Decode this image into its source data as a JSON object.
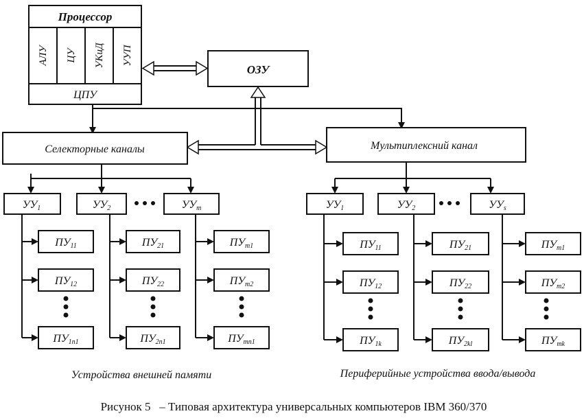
{
  "processor": {
    "title": "Процессор",
    "units": [
      "АЛУ",
      "ЦУ",
      "УКиД",
      "УУП"
    ],
    "cpu": "ЦПУ"
  },
  "ram": "ОЗУ",
  "selector_channels": "Селекторные каналы",
  "multiplex_channel": "Мультиплексний канал",
  "left_group": {
    "controllers": [
      {
        "main": "УУ",
        "sub": "1"
      },
      {
        "main": "УУ",
        "sub": "2"
      },
      {
        "main": "УУ",
        "sub": "m"
      }
    ],
    "devices": [
      [
        {
          "main": "ПУ",
          "sub": "11"
        },
        {
          "main": "ПУ",
          "sub": "12"
        },
        {
          "main": "ПУ",
          "sub": "1n1"
        }
      ],
      [
        {
          "main": "ПУ",
          "sub": "21"
        },
        {
          "main": "ПУ",
          "sub": "22"
        },
        {
          "main": "ПУ",
          "sub": "2n1"
        }
      ],
      [
        {
          "main": "ПУ",
          "sub": "m1"
        },
        {
          "main": "ПУ",
          "sub": "m2"
        },
        {
          "main": "ПУ",
          "sub": "mn1"
        }
      ]
    ],
    "caption": "Устройства внешней памяти"
  },
  "right_group": {
    "controllers": [
      {
        "main": "УУ",
        "sub": "1"
      },
      {
        "main": "УУ",
        "sub": "2"
      },
      {
        "main": "УУ",
        "sub": "s"
      }
    ],
    "devices": [
      [
        {
          "main": "ПУ",
          "sub": "11"
        },
        {
          "main": "ПУ",
          "sub": "12"
        },
        {
          "main": "ПУ",
          "sub": "1k"
        }
      ],
      [
        {
          "main": "ПУ",
          "sub": "21"
        },
        {
          "main": "ПУ",
          "sub": "22"
        },
        {
          "main": "ПУ",
          "sub": "2kl"
        }
      ],
      [
        {
          "main": "ПУ",
          "sub": "m1"
        },
        {
          "main": "ПУ",
          "sub": "m2"
        },
        {
          "main": "ПУ",
          "sub": "mk"
        }
      ]
    ],
    "caption": "Периферийные устройства ввода/вывода"
  },
  "figure_caption": "Рисунок 5   – Типовая архитектура универсальных компьютеров IBM 360/370"
}
